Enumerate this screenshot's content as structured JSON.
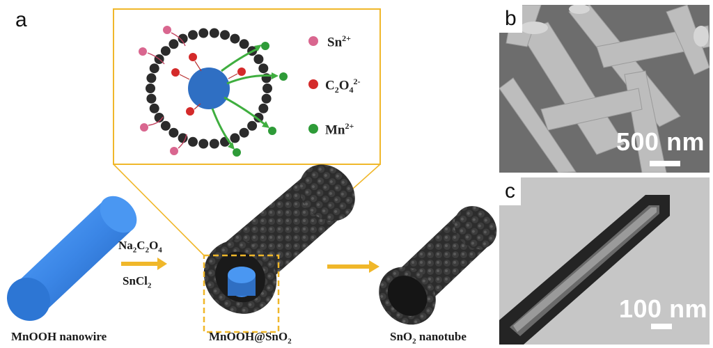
{
  "panels": {
    "a": "a",
    "b": "b",
    "c": "c"
  },
  "legend": {
    "sn": {
      "ion": "Sn",
      "charge": "2+",
      "color": "#d9668f"
    },
    "c2o4": {
      "ion_parts": [
        "C",
        "2",
        "O",
        "4"
      ],
      "charge": "2-",
      "color": "#d42a2a"
    },
    "mn": {
      "ion": "Mn",
      "charge": "2+",
      "color": "#2e9b38"
    }
  },
  "reagents": {
    "top": {
      "parts": [
        "Na",
        "2",
        "C",
        "2",
        "O",
        "4"
      ]
    },
    "bottom": {
      "parts": [
        "SnCl",
        "2"
      ]
    }
  },
  "labels": {
    "nanowire": "MnOOH nanowire",
    "core_shell": {
      "parts": [
        "MnOOH@SnO",
        "2"
      ]
    },
    "nanotube": {
      "parts": [
        "SnO",
        "2",
        " nanotube"
      ]
    }
  },
  "scale_bars": {
    "b": "500 nm",
    "c": "100 nm"
  },
  "colors": {
    "frame": "#f0b72a",
    "arrow": "#f0b72a",
    "core": "#2f6fc3",
    "shell": "#2b2b2b"
  }
}
